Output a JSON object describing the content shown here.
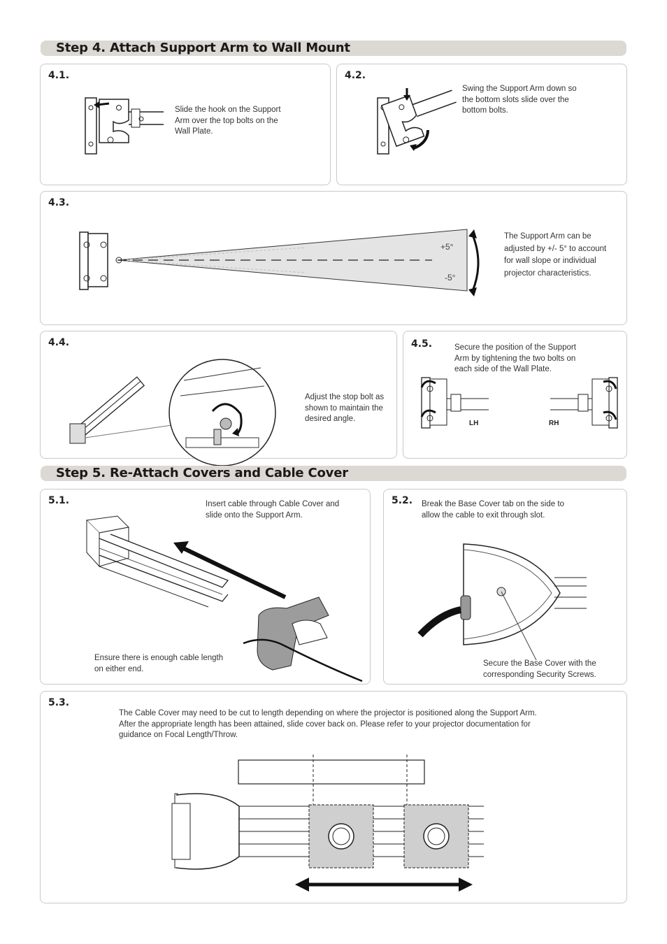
{
  "step4": {
    "title": "Step 4. Attach Support Arm to Wall Mount",
    "s41": {
      "num": "4.1.",
      "text": "Slide the hook on the Support\nArm over the top bolts on the\nWall Plate."
    },
    "s42": {
      "num": "4.2.",
      "text": "Swing the Support Arm down so\nthe bottom slots slide over the\nbottom bolts."
    },
    "s43": {
      "num": "4.3.",
      "text": "The Support Arm can be\nadjusted by +/- 5° to account\nfor wall slope or individual\nprojector characteristics.",
      "plus": "+5°",
      "minus": "-5°"
    },
    "s44": {
      "num": "4.4.",
      "text": "Adjust the stop bolt as\nshown to maintain the\ndesired angle."
    },
    "s45": {
      "num": "4.5.",
      "text": "Secure the position of the Support\nArm by tightening the two bolts on\neach side of the Wall Plate.",
      "lh": "LH",
      "rh": "RH"
    }
  },
  "step5": {
    "title": "Step 5. Re-Attach Covers and Cable Cover",
    "s51": {
      "num": "5.1.",
      "text_top": "Insert cable through Cable Cover and\nslide onto the Support Arm.",
      "text_bottom": "Ensure there is enough cable length\non either end."
    },
    "s52": {
      "num": "5.2.",
      "text_top": "Break the Base Cover tab on the side to\nallow the cable to exit through slot.",
      "text_bottom": "Secure the Base Cover with the\ncorresponding Security Screws."
    },
    "s53": {
      "num": "5.3.",
      "text": "The Cable Cover may need to be cut to length depending on where the projector is positioned along the Support Arm.\nAfter the appropriate length has been attained, slide cover back on.  Please refer to your projector documentation for\nguidance on Focal Length/Throw."
    }
  },
  "icons": [
    "wall-plate-icon",
    "support-arm-icon",
    "arrow-icon",
    "rotate-arrow-icon",
    "cable-cover-icon",
    "base-cover-icon",
    "projector-mount-icon"
  ]
}
